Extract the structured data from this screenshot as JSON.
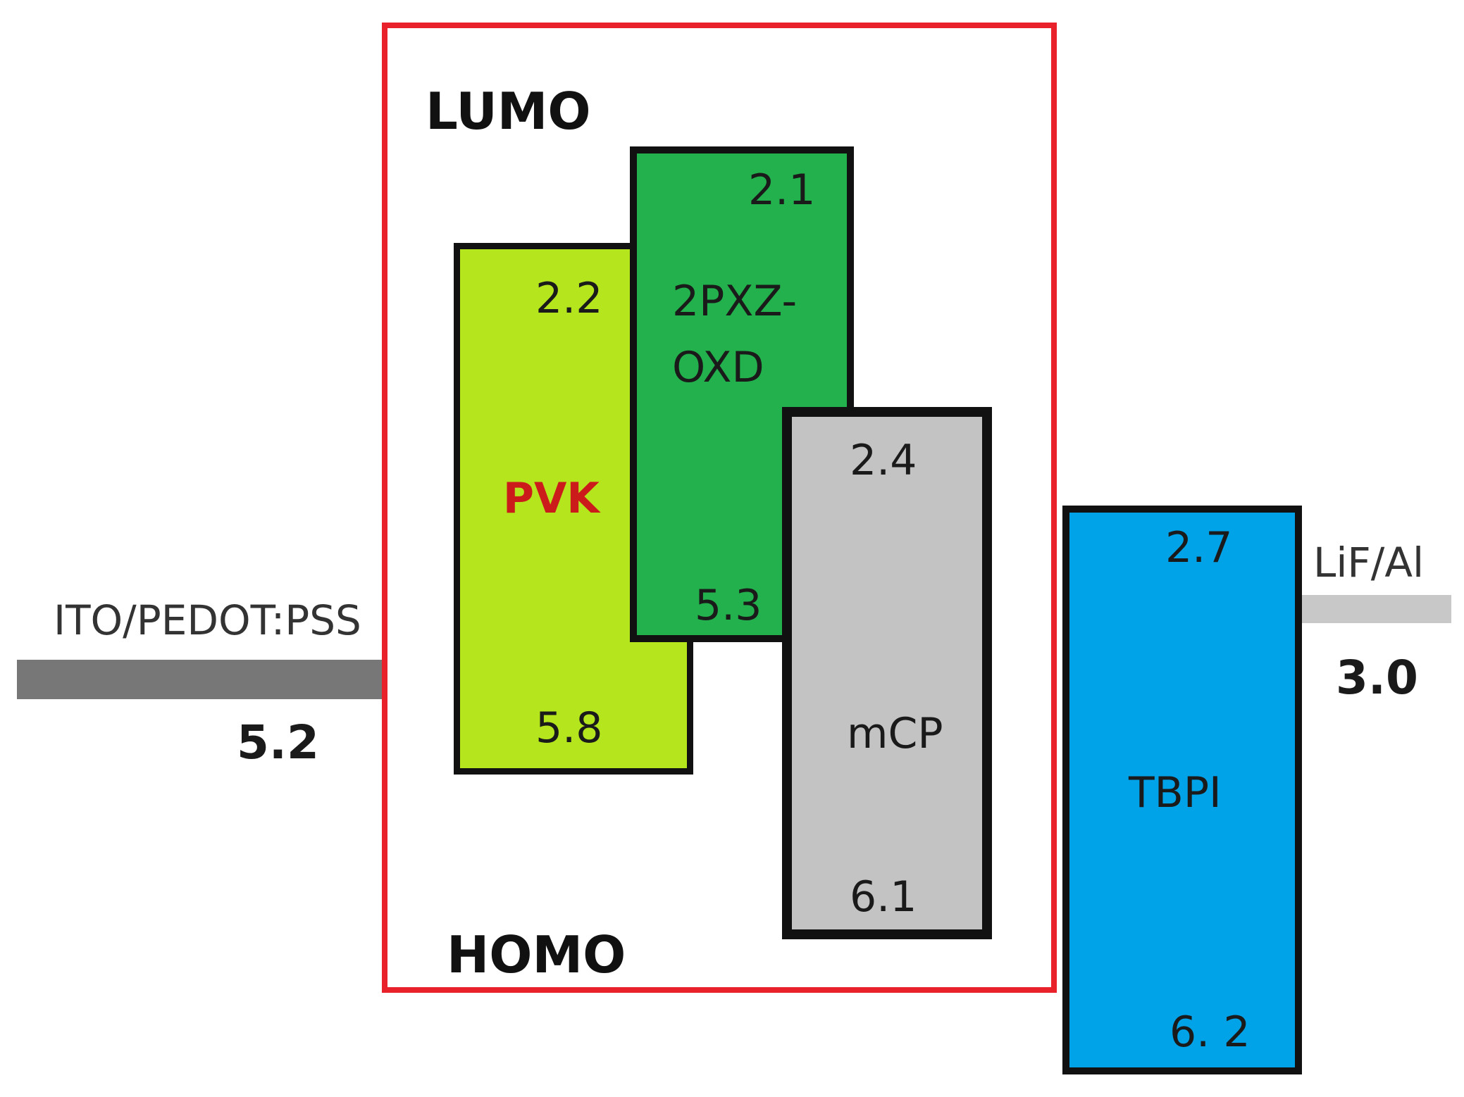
{
  "frame": {
    "lumo_label": "LUMO",
    "homo_label": "HOMO",
    "border_color": "#e8212b"
  },
  "anode": {
    "name": "ITO/PEDOT:PSS",
    "level": "5.2",
    "color": "#777777"
  },
  "cathode": {
    "name": "LiF/Al",
    "level": "3.0",
    "color": "#c8c8c8"
  },
  "materials": [
    {
      "name": "PVK",
      "lumo": "2.2",
      "homo": "5.8",
      "fill": "#b5e61d",
      "name_color": "#cc1b1b"
    },
    {
      "name_line1": "2PXZ-",
      "name_line2": "OXD",
      "lumo": "2.1",
      "homo": "5.3",
      "fill": "#22b14c"
    },
    {
      "name": "mCP",
      "lumo": "2.4",
      "homo": "6.1",
      "fill": "#c3c3c3"
    },
    {
      "name": "TBPI",
      "lumo": "2.7",
      "homo": "6. 2",
      "fill": "#00a2e8"
    }
  ]
}
